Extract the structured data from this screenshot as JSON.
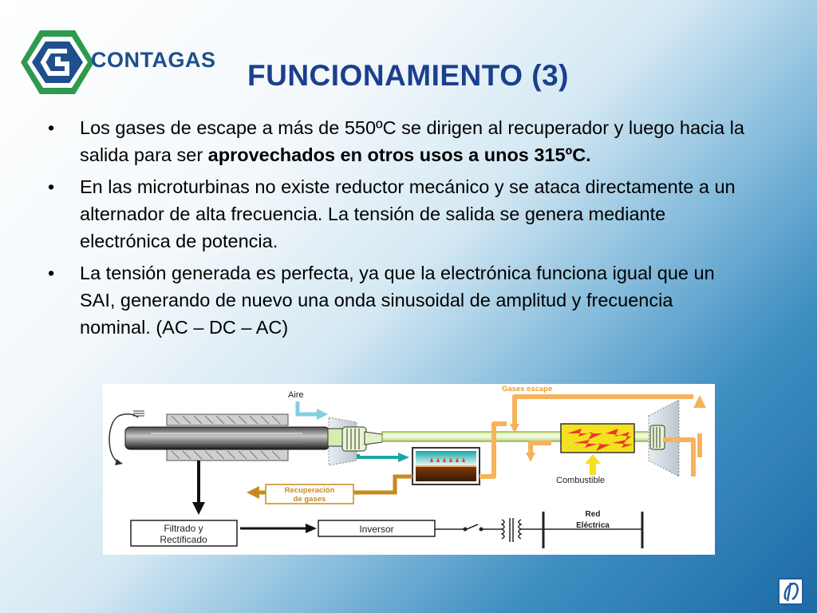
{
  "logo": {
    "text": "CONTAGAS"
  },
  "title": "FUNCIONAMIENTO (3)",
  "bullets": [
    {
      "text": "Los gases de escape a más de 550ºC se dirigen al recuperador y luego hacia la salida para ser ",
      "bold": "aprovechados en otros usos a unos 315ºC."
    },
    {
      "text": "En las microturbinas no existe reductor mecánico y se ataca directamente a un alternador de alta frecuencia. La tensión de salida se genera mediante electrónica de potencia.",
      "bold": ""
    },
    {
      "text": "La tensión generada es perfecta, ya que la electrónica funciona igual que un SAI, generando de nuevo una onda sinusoidal de amplitud y frecuencia nominal. (AC – DC – AC)",
      "bold": ""
    }
  ],
  "bullet_symbol": "•",
  "diagram": {
    "aire": "Aire",
    "gases_escape": "Gases escape",
    "combustible": "Combustible",
    "recuperacion_line1": "Recuperación",
    "recuperacion_line2": "de gases",
    "filtrado_line1": "Filtrado y",
    "filtrado_line2": "Rectificado",
    "inversor": "Inversor",
    "red_line1": "Red",
    "red_line2": "Eléctrica"
  },
  "colors": {
    "title": "#1b3f8e",
    "logo_green": "#2e9a4f",
    "logo_navy": "#1f4f8d",
    "exhaust_orange": "#f7b25c",
    "recovery_brown": "#c98a1e",
    "air_blue": "#7fd0e0",
    "teal": "#1aa6a6",
    "flame_red": "#e83a2a",
    "fuel_yellow": "#f5e020"
  }
}
